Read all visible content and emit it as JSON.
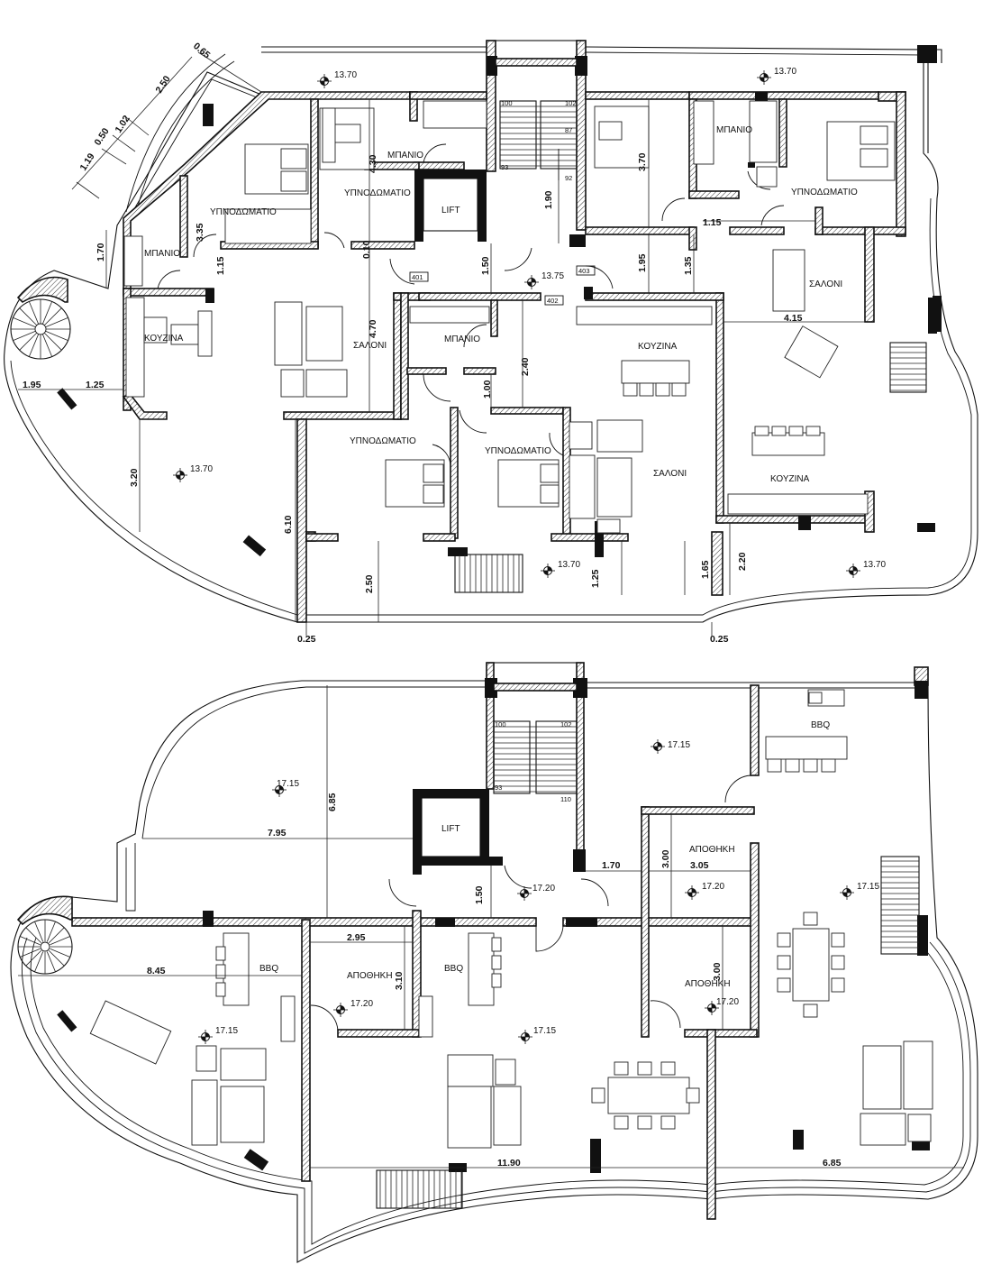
{
  "upper_plan": {
    "rooms": {
      "ypnodomatio_tl": "ΥΠΝΟΔΩΜΑΤΙΟ",
      "ypnodomatio_tc": "ΥΠΝΟΔΩΜΑΤΙΟ",
      "mpanio_tc": "ΜΠΑΝΙΟ",
      "lift": "LIFT",
      "mpanio_tr": "ΜΠΑΝΙΟ",
      "ypnodomatio_tr": "ΥΠΝΟΔΩΜΑΤΙΟ",
      "mpanio_l": "ΜΠΑΝΙΟ",
      "kouzina_l": "ΚΟΥΖΙΝΑ",
      "saloni_l": "ΣΑΛΟΝΙ",
      "mpanio_c": "ΜΠΑΝΙΟ",
      "kouzina_c": "ΚΟΥΖΙΝΑ",
      "saloni_r": "ΣΑΛΟΝΙ",
      "ypnodomatio_bl": "ΥΠΝΟΔΩΜΑΤΙΟ",
      "ypnodomatio_bc": "ΥΠΝΟΔΩΜΑΤΙΟ",
      "saloni_c": "ΣΑΛΟΝΙ",
      "kouzina_r": "ΚΟΥΖΙΝΑ"
    },
    "levels": [
      "13.70",
      "13.70",
      "13.75",
      "13.70",
      "13.70",
      "13.70"
    ],
    "apartments": [
      "401",
      "402",
      "403"
    ],
    "stairs": [
      "100",
      "102",
      "87",
      "93",
      "92"
    ],
    "dims": {
      "d065": "0.65",
      "d250a": "2.50",
      "d102": "1.02",
      "d050": "0.50",
      "d119": "1.19",
      "d335": "3.35",
      "d170": "1.70",
      "d115a": "1.15",
      "d430": "4.30",
      "d010": "0.10",
      "d470": "4.70",
      "d190": "1.90",
      "d150": "1.50",
      "d370": "3.70",
      "d115b": "1.15",
      "d195": "1.95",
      "d135": "1.35",
      "d415": "4.15",
      "d240": "2.40",
      "d100": "1.00",
      "d195l": "1.95",
      "d125l": "1.25",
      "d320": "3.20",
      "d610": "6.10",
      "d250b": "2.50",
      "d125": "1.25",
      "d165": "1.65",
      "d220": "2.20",
      "d025a": "0.25",
      "d025b": "0.25"
    }
  },
  "lower_plan": {
    "rooms": {
      "bbq_r": "BBQ",
      "lift": "LIFT",
      "apothiki_1": "ΑΠΟΘΗΚΗ",
      "bbq_l": "BBQ",
      "apothiki_2": "ΑΠΟΘΗΚΗ",
      "apothiki_3": "ΑΠΟΘΗΚΗ"
    },
    "levels": [
      "17.15",
      "17.15",
      "17.20",
      "17.20",
      "17.15",
      "17.20",
      "17.20",
      "17.15",
      "17.15"
    ],
    "stairs": [
      "100",
      "102",
      "93",
      "110"
    ],
    "dims": {
      "d795": "7.95",
      "d685a": "6.85",
      "d150": "1.50",
      "d170": "1.70",
      "d300a": "3.00",
      "d305": "3.05",
      "d845": "8.45",
      "d295": "2.95",
      "d310": "3.10",
      "d300b": "3.00",
      "d1190": "11.90",
      "d685b": "6.85"
    }
  }
}
